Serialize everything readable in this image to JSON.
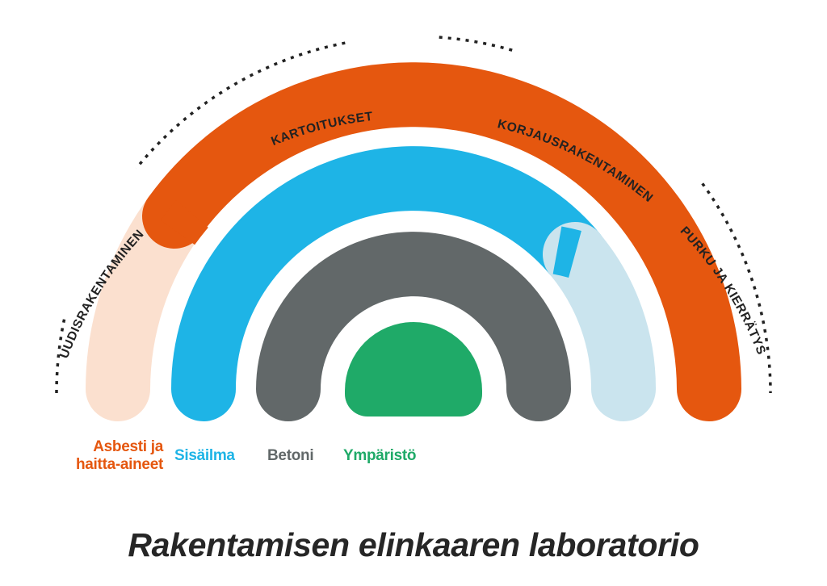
{
  "title": "Rakentamisen elinkaaren laboratorio",
  "lifecycle_stages": {
    "left": "UUDISRAKENTAMINEN",
    "top_left": "KARTOITUKSET",
    "top_right": "KORJAUSRAKENTAMINEN",
    "right": "PURKU JA KIERRÄTYS"
  },
  "legend": [
    {
      "id": "asbesti",
      "line1": "Asbesti ja",
      "line2": "haitta-aineet",
      "color": "#e5570f"
    },
    {
      "id": "sisailma",
      "line1": "Sisäilma",
      "color": "#1eb4e6"
    },
    {
      "id": "betoni",
      "line1": "Betoni",
      "color": "#626869"
    },
    {
      "id": "ymparisto",
      "line1": "Ympäristö",
      "color": "#1faa68"
    }
  ],
  "colors": {
    "asbesti_light": "#fbe0cf",
    "sisailma_light": "#cae4ee",
    "dots": "#222222",
    "title": "#262626"
  }
}
